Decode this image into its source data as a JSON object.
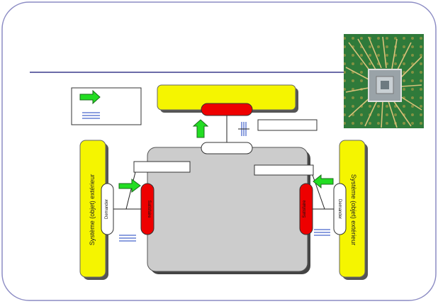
{
  "diagram": {
    "left_external": {
      "label": "Système (objet)  extérieur"
    },
    "right_external": {
      "label": "Système (objet)  extérieur"
    },
    "left_request": {
      "label": "Demander"
    },
    "right_request": {
      "label": "Demander"
    },
    "left_red_label": {
      "label": "Satisfaire"
    },
    "right_red_label": {
      "label": "Satisfaire"
    },
    "colors": {
      "frame": "#8c8cc4",
      "separator": "#6b6ba8",
      "external_yellow": "#f5f500",
      "central_gray": "#cccccc",
      "red_service": "#ee0000",
      "green_arrow": "#22dd22",
      "blue_signal": "#1a3fbf"
    },
    "icons": {
      "flow_arrow": "green-arrow-icon",
      "signal": "blue-signal-icon",
      "photo": "circuit-board-photo"
    }
  }
}
